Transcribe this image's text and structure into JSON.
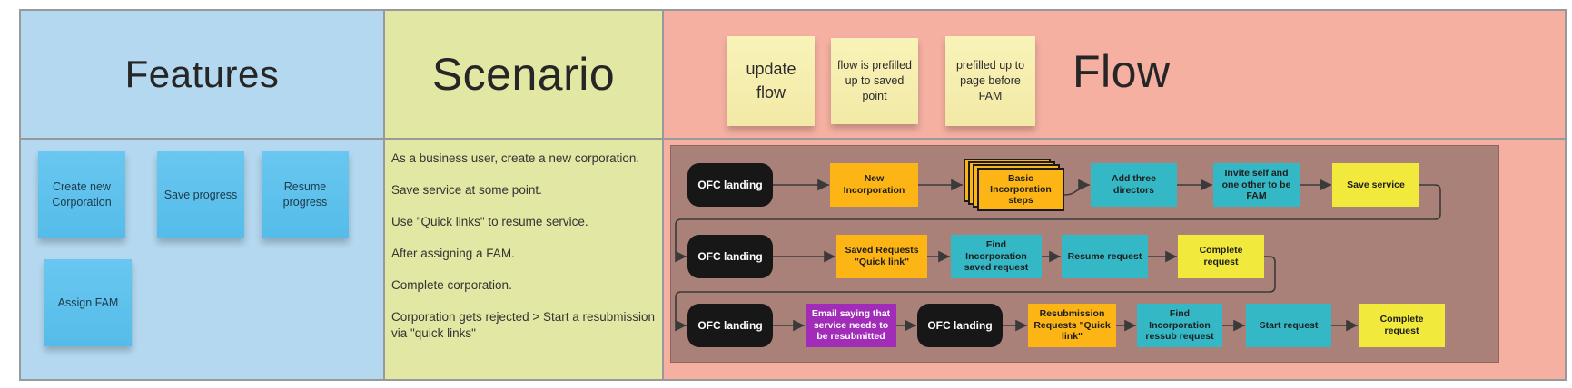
{
  "features": {
    "title": "Features",
    "notes": [
      "Create new Corporation",
      "Save progress",
      "Resume progress",
      "Assign FAM"
    ]
  },
  "scenario": {
    "title": "Scenario",
    "lines": [
      "As a business user, create a new corporation.",
      "Save service at some point.",
      "Use \"Quick links\" to resume service.",
      "After assigning a FAM.",
      "Complete corporation.",
      "Corporation gets rejected > Start a resubmission",
      "via \"quick links\""
    ]
  },
  "flow": {
    "title": "Flow",
    "header_notes": [
      "update flow",
      "flow is prefilled up to saved point",
      "prefilled up to page before FAM"
    ],
    "rows": [
      [
        "OFC landing",
        "New Incorporation",
        "Basic Incorporation steps",
        "Add three directors",
        "Invite self and one other to be FAM",
        "Save service"
      ],
      [
        "OFC landing",
        "Saved Requests \"Quick link\"",
        "Find Incorporation saved request",
        "Resume request",
        "Complete request"
      ],
      [
        "OFC landing",
        "Email saying that service needs to be resubmitted",
        "OFC landing",
        "Resubmission Requests \"Quick link\"",
        "Find Incorporation ressub request",
        "Start request",
        "Complete request"
      ]
    ]
  },
  "colors": {
    "features_bg": "#b4d8ef",
    "scenario_bg": "#e2e7a3",
    "flow_bg": "#f5b0a2",
    "flow_panel": "#a98178",
    "blue_note": "#5fc2ec",
    "yellow_note": "#f7f1b2",
    "node_orange": "#fcb515",
    "node_teal": "#35b8c6",
    "node_yellow": "#f1e93c",
    "node_purple": "#a12cb8",
    "node_black": "#171717",
    "connector": "#3a3a3a",
    "border": "#97999b"
  }
}
